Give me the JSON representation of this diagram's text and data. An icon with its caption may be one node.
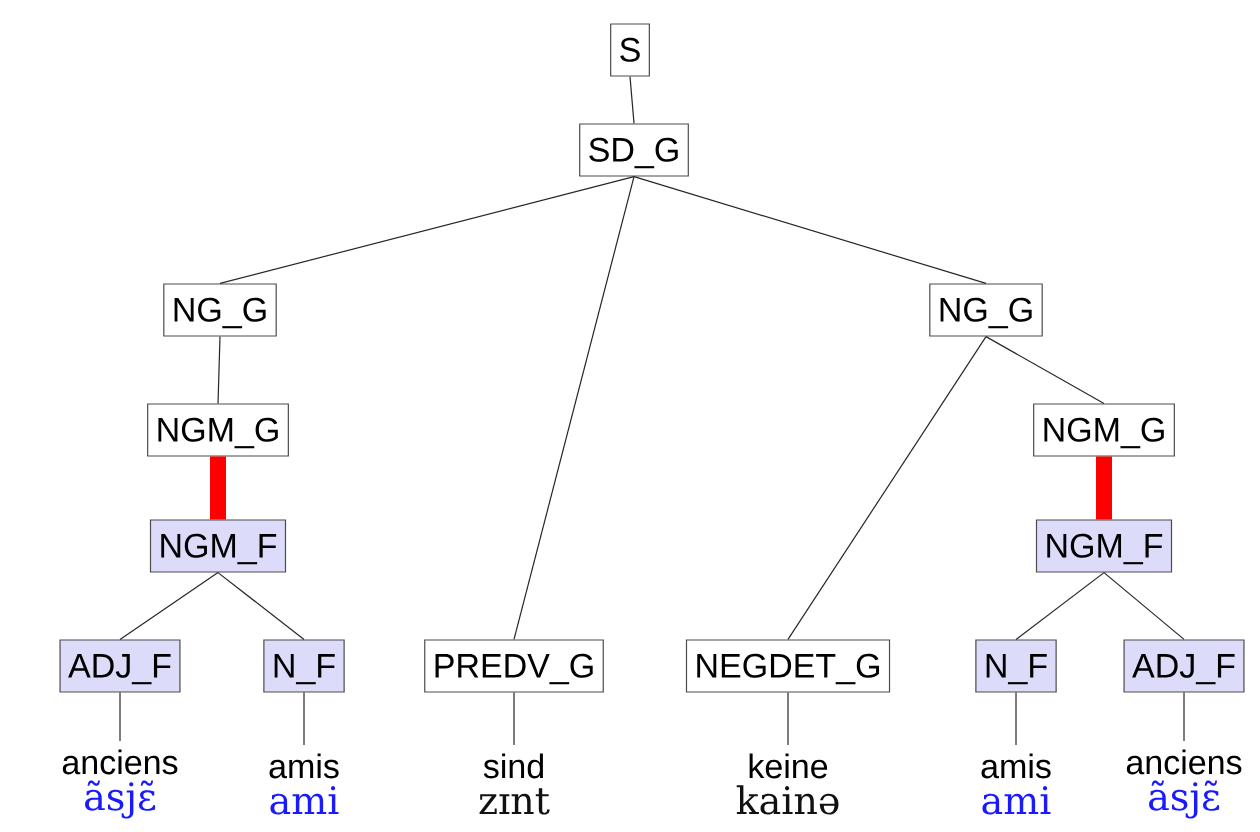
{
  "diagram": {
    "nodes": [
      {
        "text": [
          "S"
        ]
      },
      {
        "text": [
          "SD_G"
        ]
      },
      {
        "text": [
          "NG_G"
        ]
      },
      {
        "text": [
          "NG_G"
        ]
      },
      {
        "text": [
          "NGM_G"
        ]
      },
      {
        "text": [
          "NGM_G"
        ]
      },
      {
        "text": [
          "NGM_F"
        ]
      },
      {
        "text": [
          "NGM_F"
        ]
      },
      {
        "text": [
          "ADJ_F"
        ]
      },
      {
        "text": [
          "N_F"
        ]
      },
      {
        "text": [
          "PREDV_G"
        ]
      },
      {
        "text": [
          "NEGDET_G"
        ]
      },
      {
        "text": [
          "N_F"
        ]
      },
      {
        "text": [
          "ADJ_F"
        ]
      },
      {
        "text": [
          "anciens",
          "ãsjɛ̃"
        ]
      },
      {
        "text": [
          "amis",
          "ami"
        ]
      },
      {
        "text": [
          "sind",
          "zɪnt"
        ]
      },
      {
        "text": [
          "keine",
          "kainə"
        ]
      },
      {
        "text": [
          "amis",
          "ami"
        ]
      },
      {
        "text": [
          "anciens",
          "ãsjɛ̃"
        ]
      }
    ],
    "edges": [
      {
        "from": 0,
        "to": 1,
        "arrow": "none"
      },
      {
        "from": 1,
        "to": 2,
        "arrow": "none"
      },
      {
        "from": 1,
        "to": 10,
        "arrow": "none"
      },
      {
        "from": 1,
        "to": 3,
        "arrow": "none"
      },
      {
        "from": 2,
        "to": 4,
        "arrow": "none"
      },
      {
        "from": 4,
        "to": 6,
        "arrow": "none",
        "style": "thick",
        "color": "#ff0000"
      },
      {
        "from": 6,
        "to": 8,
        "arrow": "none"
      },
      {
        "from": 6,
        "to": 9,
        "arrow": "none"
      },
      {
        "from": 3,
        "to": 11,
        "arrow": "none"
      },
      {
        "from": 3,
        "to": 5,
        "arrow": "none"
      },
      {
        "from": 5,
        "to": 7,
        "arrow": "none",
        "style": "thick",
        "color": "#ff0000"
      },
      {
        "from": 7,
        "to": 12,
        "arrow": "none"
      },
      {
        "from": 7,
        "to": 13,
        "arrow": "none"
      },
      {
        "from": 8,
        "to": 14,
        "arrow": "none"
      },
      {
        "from": 9,
        "to": 15,
        "arrow": "none"
      },
      {
        "from": 10,
        "to": 16,
        "arrow": "none"
      },
      {
        "from": 11,
        "to": 17,
        "arrow": "none"
      },
      {
        "from": 12,
        "to": 18,
        "arrow": "none"
      },
      {
        "from": 13,
        "to": 19,
        "arrow": "none"
      }
    ]
  }
}
